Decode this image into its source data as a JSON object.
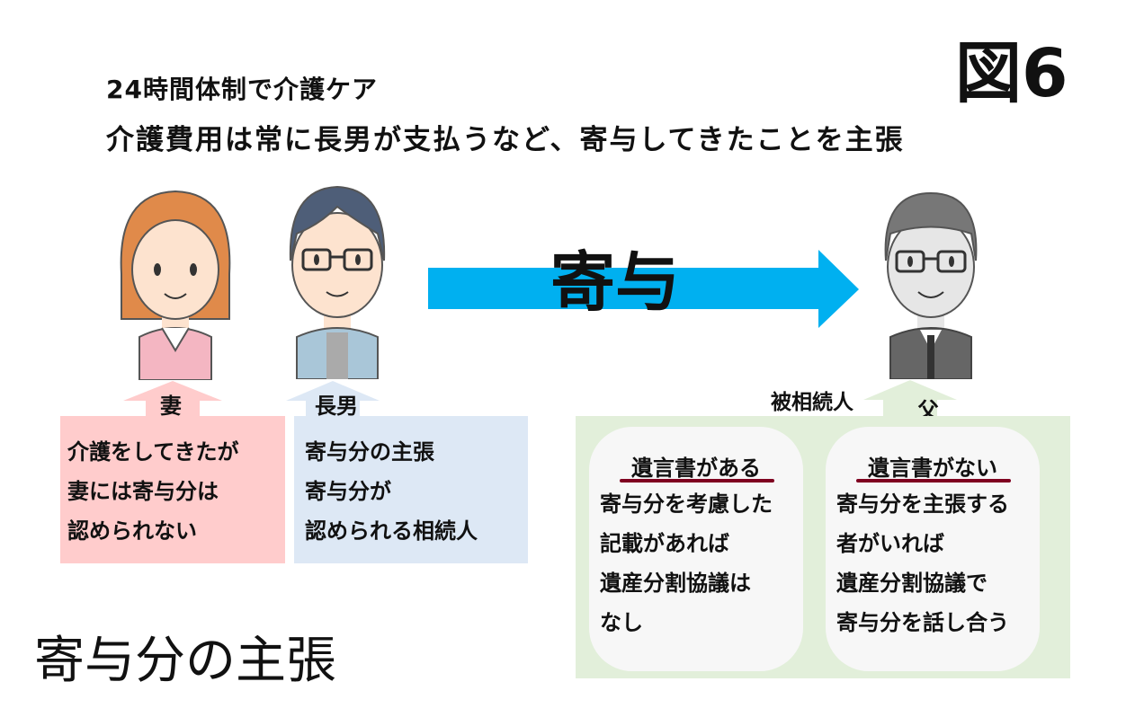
{
  "header": {
    "line1": "24時間体制で介護ケア",
    "line2": "介護費用は常に長男が支払うなど、寄与してきたことを主張",
    "figure_label": "図6"
  },
  "arrow": {
    "label": "寄与",
    "color": "#00b0f0"
  },
  "wife": {
    "label": "妻",
    "color": "#ffcccc",
    "lines": [
      "介護をしてきたが",
      "妻には寄与分は",
      "認められない"
    ]
  },
  "son": {
    "label": "長男",
    "color": "#dde8f5",
    "lines": [
      "寄与分の主張",
      "寄与分が",
      "認められる相続人"
    ]
  },
  "father": {
    "role": "被相続人",
    "label": "父",
    "color": "#e2efda",
    "with_will": {
      "title": "遺言書がある",
      "lines": [
        "寄与分を考慮した",
        "記載があれば",
        "遺産分割協議は",
        "なし"
      ]
    },
    "without_will": {
      "title": "遺言書がない",
      "lines": [
        "寄与分を主張する",
        "者がいれば",
        "遺産分割協議で",
        "寄与分を話し合う"
      ]
    }
  },
  "footer": {
    "title": "寄与分の主張"
  }
}
